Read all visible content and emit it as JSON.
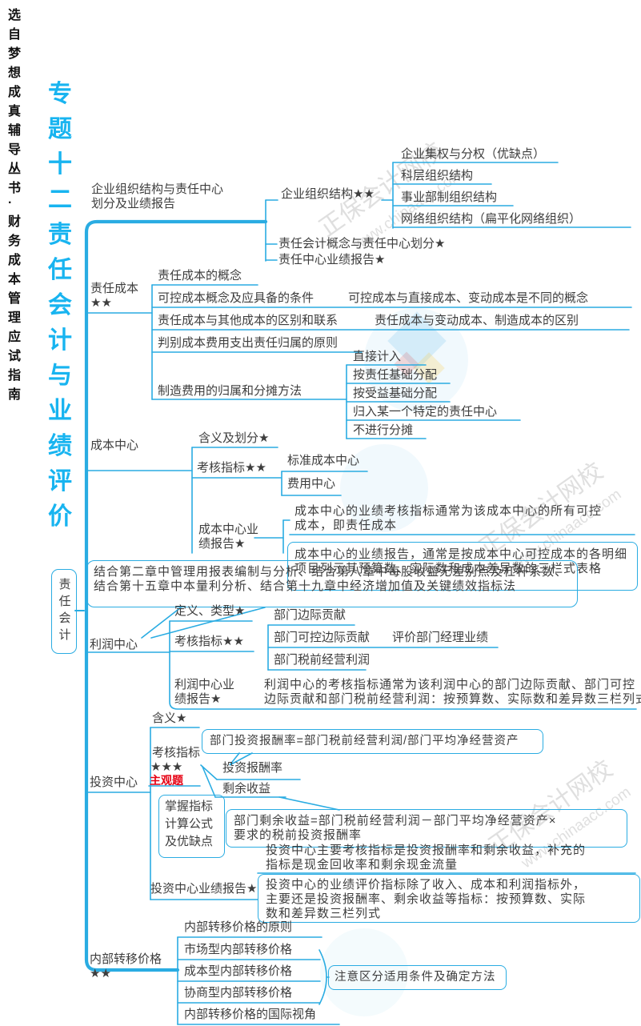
{
  "page": {
    "header": "选自梦想成真辅导丛书·财务成本管理应试指南",
    "title": "专题十二　责任会计与业绩评价"
  },
  "colors": {
    "accent": "#2aace2",
    "title": "#18b4f0",
    "text": "#3d3d3d",
    "highlight_red": "#e60012"
  },
  "watermark": {
    "site": "正保会计网校",
    "url": "www.chinaacc.com"
  },
  "map": {
    "root": "责任会计",
    "b1": {
      "label": [
        "企业组织结构与责任中心",
        "划分及业绩报告"
      ],
      "org": "企业组织结构★★",
      "org_children": [
        "企业集权与分权（优缺点）",
        "科层组织结构",
        "事业部制组织结构",
        "网络组织结构（扁平化网络组织）"
      ],
      "concept": "责任会计概念与责任中心划分★",
      "report": "责任中心业绩报告★"
    },
    "b2": {
      "label": [
        "责任成本",
        "★★"
      ],
      "rows": [
        "责任成本的概念",
        "可控成本概念及应具备的条件",
        "责任成本与其他成本的区别和联系",
        "判别成本费用支出责任归属的原则",
        "制造费用的归属和分摊方法"
      ],
      "note1": "可控成本与直接成本、变动成本是不同的概念",
      "note2": "责任成本与变动成本、制造成本的区别",
      "methods": [
        "直接计入",
        "按责任基础分配",
        "按受益基础分配",
        "归入某一个特定的责任中心",
        "不进行分摊"
      ]
    },
    "b3": {
      "label": "成本中心",
      "def": "含义及划分★",
      "kpi": "考核指标★★",
      "kpi_children": [
        "标准成本中心",
        "费用中心"
      ],
      "report": [
        "成本中心业",
        "绩报告★"
      ],
      "report_text": [
        "成本中心的业绩考核指标通常为该成本中心的所有可控",
        "成本，即责任成本"
      ],
      "report_box": [
        "成本中心的业绩报告，通常是按成本中心可控成本的各明细",
        "项目列示其预算数、实际数和成本差异数的三栏式表格"
      ]
    },
    "note_box": [
      "结合第二章中管理用报表编制与分析、结合第八章中每股收益无差别点及杠杆系数、",
      "结合第十五章中本量利分析、结合第十九章中经济增加值及关键绩效指标法"
    ],
    "b4": {
      "label": "利润中心",
      "def": "定义、类型★",
      "kpi": "考核指标★★",
      "kpi_children": [
        "部门边际贡献",
        "部门可控边际贡献",
        "部门税前经营利润"
      ],
      "kpi_note": "评价部门经理业绩",
      "report": [
        "利润中心业",
        "绩报告★"
      ],
      "report_text": [
        "利润中心的考核指标通常为该利润中心的部门边际贡献、部门可控",
        "边际贡献和部门税前经营利润：按预算数、实际数和差异数三栏列式"
      ]
    },
    "b5": {
      "label": "投资中心",
      "def": "含义★",
      "kpi": [
        "考核指标",
        "★★★",
        "主观题"
      ],
      "formula1": "部门投资报酬率=部门税前经营利润/部门平均净经营资产",
      "roi": "投资报酬率",
      "ri": "剩余收益",
      "grasp": [
        "掌握指标",
        "计算公式",
        "及优缺点"
      ],
      "formula2": [
        "部门剩余收益=部门税前经营利润－部门平均净经营资产×",
        "要求的税前投资报酬率"
      ],
      "kpi_text": [
        "投资中心主要考核指标是投资报酬率和剩余收益，补充的",
        "指标是现金回收率和剩余现金流量"
      ],
      "report": "投资中心业绩报告★",
      "report_box": [
        "投资中心的业绩评价指标除了收入、成本和利润指标外，",
        "主要还是投资报酬率、剩余收益等指标：按预算数、实际",
        "数和差异数三栏列式"
      ]
    },
    "b6": {
      "label": [
        "内部转移价格",
        "★★"
      ],
      "rows": [
        "内部转移价格的原则",
        "市场型内部转移价格",
        "成本型内部转移价格",
        "协商型内部转移价格",
        "内部转移价格的国际视角"
      ],
      "note": "注意区分适用条件及确定方法"
    }
  }
}
